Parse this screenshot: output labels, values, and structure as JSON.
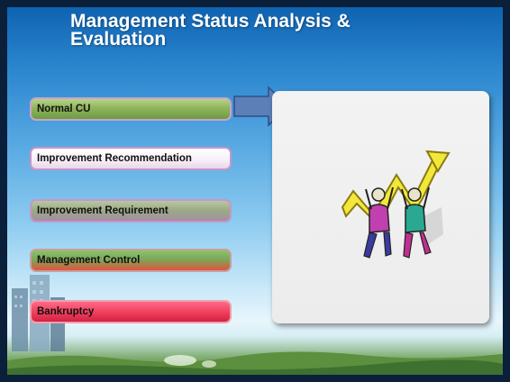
{
  "slide": {
    "title": "Management Status Analysis & Evaluation"
  },
  "buttons": [
    {
      "label": "Normal CU"
    },
    {
      "label": "Improvement Recommendation"
    },
    {
      "label": "Improvement Requirement"
    },
    {
      "label": "Management Control"
    },
    {
      "label": "Bankruptcy"
    }
  ],
  "colors": {
    "normal": "#8fb55c",
    "recommendation": "#f7eef7",
    "requirement": "#9aa985",
    "control": "#e2533c",
    "bankruptcy": "#f0425e",
    "arrow": "#5b7fb6"
  },
  "icons": {
    "arrow": "right-arrow-icon",
    "clipart": "people-lifting-chart-arrow-icon"
  }
}
